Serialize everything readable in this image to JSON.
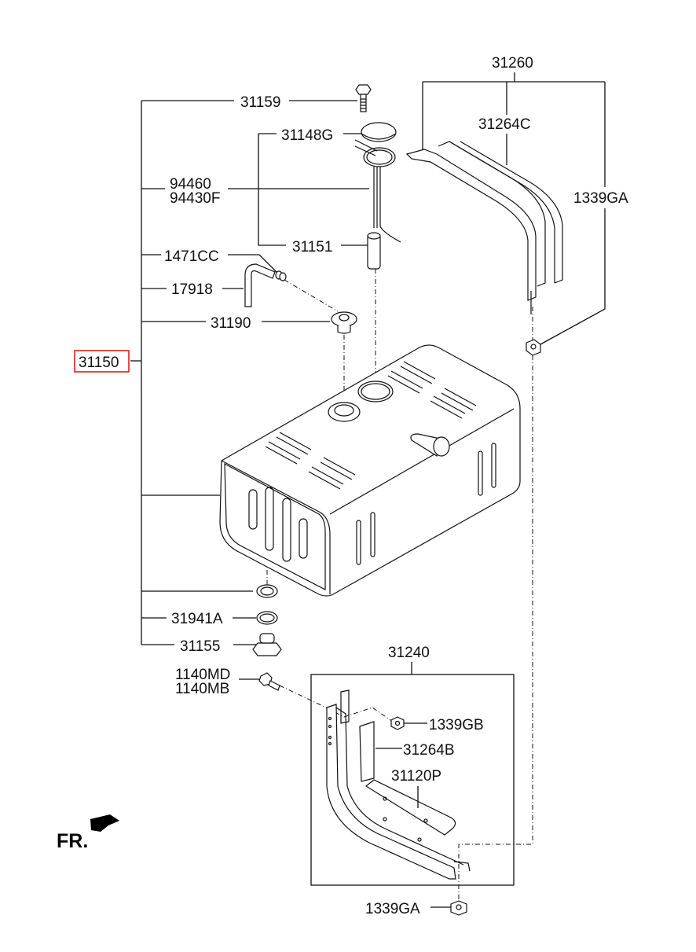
{
  "diagram": {
    "title": "Fuel Tank Assembly",
    "highlight_color": "#e02020",
    "callouts": {
      "c31260": "31260",
      "c31264C": "31264C",
      "c1339GA_top": "1339GA",
      "c31159": "31159",
      "c31148G": "31148G",
      "c94460": "94460",
      "c94430F": "94430F",
      "c31151": "31151",
      "c1471CC": "1471CC",
      "c17918": "17918",
      "c31190": "31190",
      "c31150": "31150",
      "c31941A": "31941A",
      "c31155": "31155",
      "c1140MD": "1140MD",
      "c1140MB": "1140MB",
      "c31240": "31240",
      "c1339GB": "1339GB",
      "c31264B": "31264B",
      "c31120P": "31120P",
      "c1339GA_bottom": "1339GA"
    },
    "highlighted_part": "31150",
    "orientation_label": "FR."
  }
}
